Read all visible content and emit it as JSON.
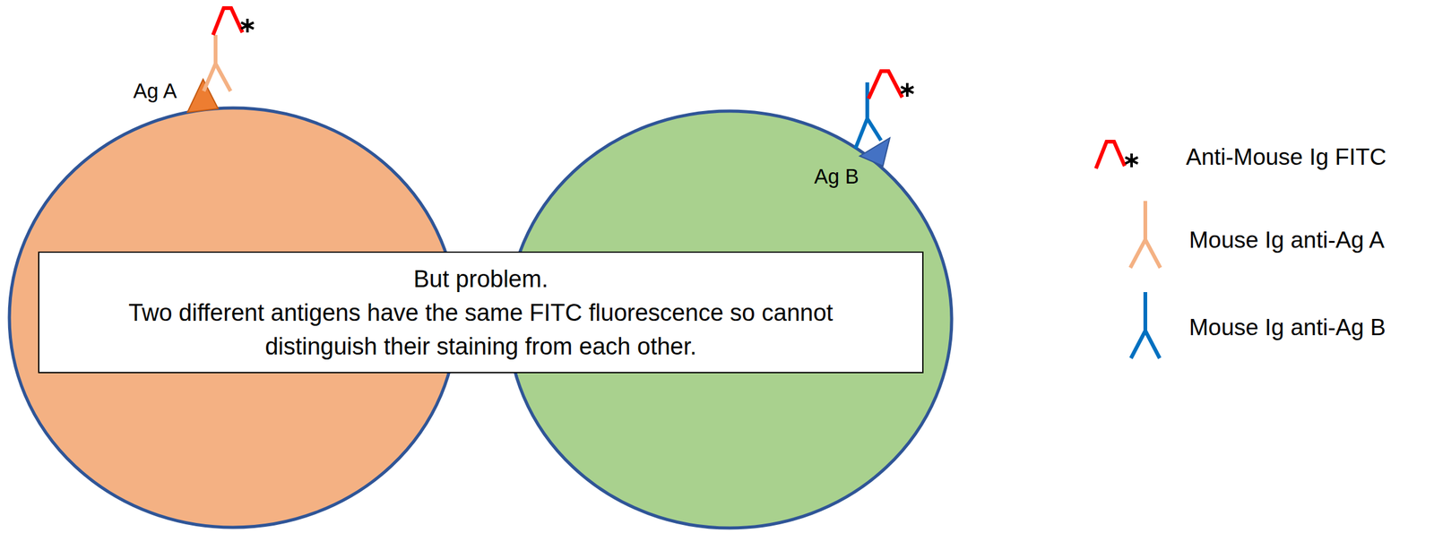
{
  "diagram": {
    "nodes": [
      {
        "text": [
          "But problem.",
          "Two different antigens have the same FITC fluorescence so cannot distinguish their staining from each other."
        ]
      }
    ],
    "labels": [
      "Ag A",
      "Ag B"
    ],
    "legend": [
      {
        "text": "Anti-Mouse Ig FITC"
      },
      {
        "text": "Mouse Ig anti-Ag A"
      },
      {
        "text": "Mouse Ig anti-Ag B"
      }
    ]
  }
}
